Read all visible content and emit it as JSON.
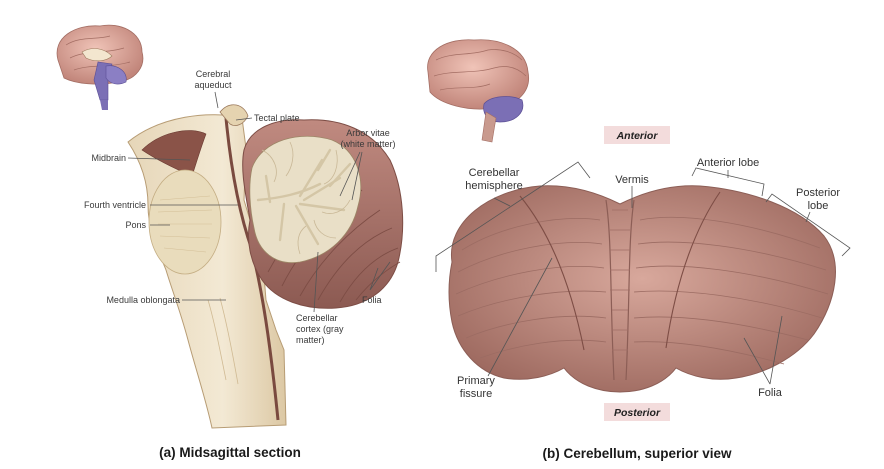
{
  "panel_a": {
    "caption": "(a) Midsagittal section",
    "labels": {
      "cerebral_aqueduct_1": "Cerebral",
      "cerebral_aqueduct_2": "aqueduct",
      "tectal_plate": "Tectal plate",
      "arbor_vitae_1": "Arbor vitae",
      "arbor_vitae_2": "(white matter)",
      "midbrain": "Midbrain",
      "fourth_ventricle": "Fourth ventricle",
      "pons": "Pons",
      "medulla_oblongata": "Medulla oblongata",
      "folia": "Folia",
      "cerebellar_cortex_1": "Cerebellar",
      "cerebellar_cortex_2": "cortex (gray",
      "cerebellar_cortex_3": "matter)"
    }
  },
  "panel_b": {
    "caption": "(b) Cerebellum, superior view",
    "anterior": "Anterior",
    "posterior": "Posterior",
    "labels": {
      "cerebellar_hemisphere_1": "Cerebellar",
      "cerebellar_hemisphere_2": "hemisphere",
      "vermis": "Vermis",
      "anterior_lobe": "Anterior lobe",
      "posterior_lobe_1": "Posterior",
      "posterior_lobe_2": "lobe",
      "primary_fissure_1": "Primary",
      "primary_fissure_2": "fissure",
      "folia": "Folia"
    }
  },
  "colors": {
    "brain_pink": "#d9a9a0",
    "cerebellum_purple": "#7b6fb5",
    "section_cream": "#eee2c9",
    "cerebellum_brown": "#b98277",
    "tag_background": "#f3dcdc"
  }
}
